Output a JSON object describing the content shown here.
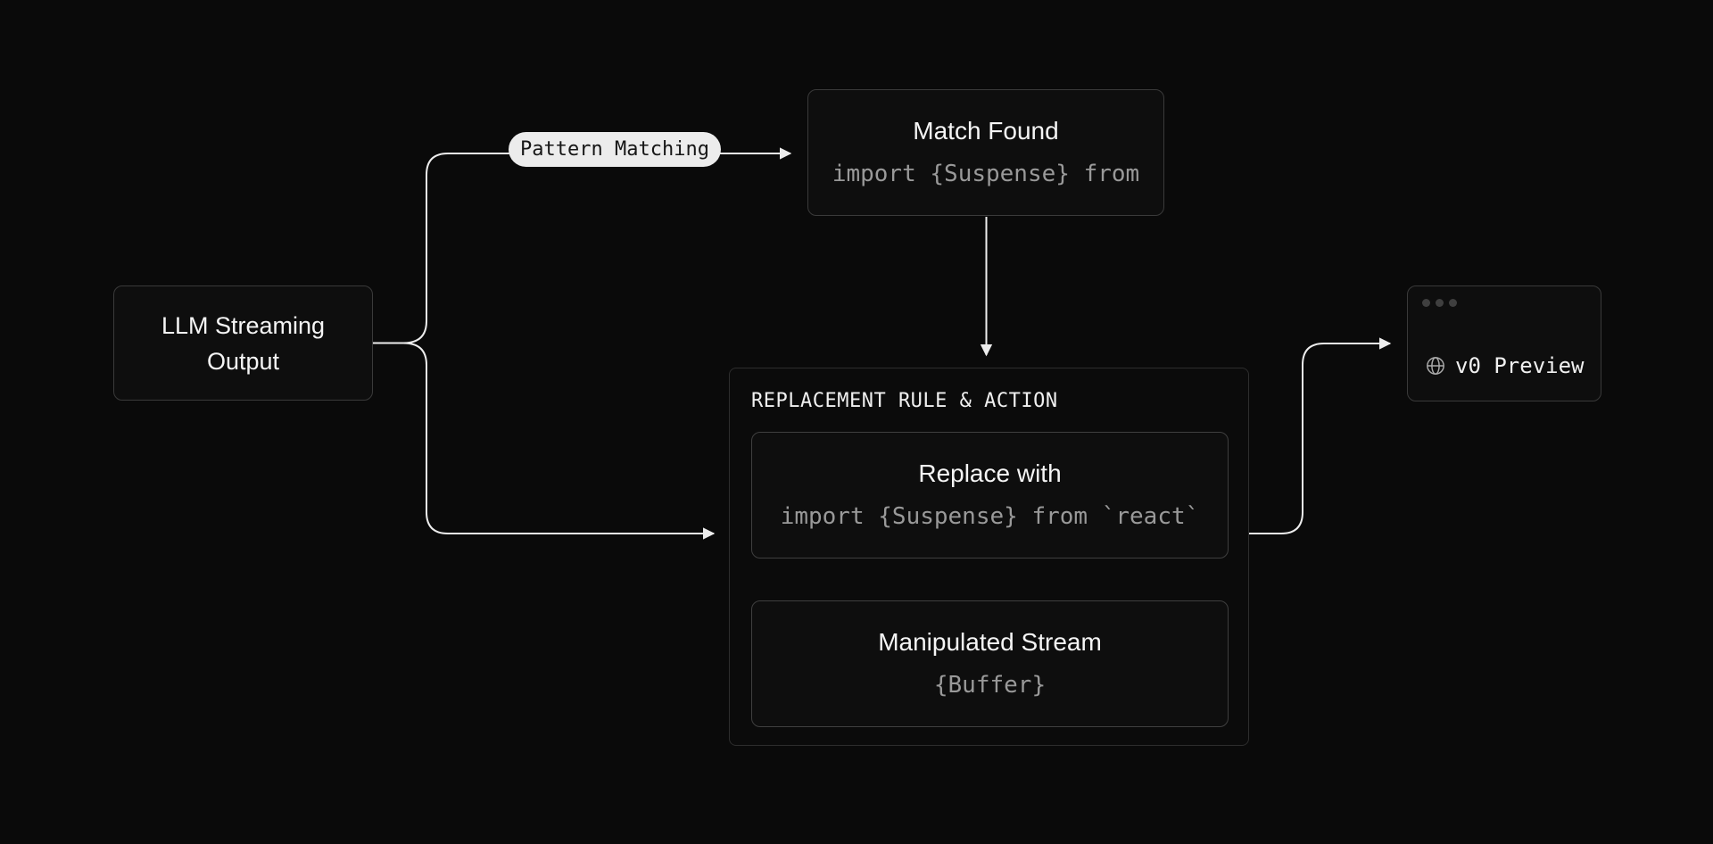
{
  "diagram": {
    "colors": {
      "background": "#0a0a0a",
      "node_background": "#0e0e0e",
      "node_border": "#3a3a3a",
      "group_border": "#2d2d2d",
      "inner_border": "#3f3f3f",
      "title_text": "#f5f5f5",
      "code_text": "#999999",
      "edge_line": "#ededed",
      "dashed_edge": "#8a8a8a",
      "pill_background": "#ececec",
      "pill_text": "#161616",
      "window_dot": "#3f3f3f",
      "globe_icon": "#aaaaaa"
    },
    "nodes": {
      "llm": {
        "title": "LLM Streaming Output"
      },
      "match_found": {
        "title": "Match Found",
        "code": "import {Suspense} from"
      },
      "replacement_group": {
        "header": "REPLACEMENT RULE & ACTION",
        "replace_with": {
          "title": "Replace with",
          "code": "import {Suspense} from `react`"
        },
        "manipulated_stream": {
          "title": "Manipulated Stream",
          "code": "{Buffer}"
        }
      },
      "preview": {
        "label": "v0 Preview",
        "icon": "globe-icon",
        "window_dots": 3
      }
    },
    "edges": {
      "pattern_label": "Pattern Matching"
    }
  }
}
